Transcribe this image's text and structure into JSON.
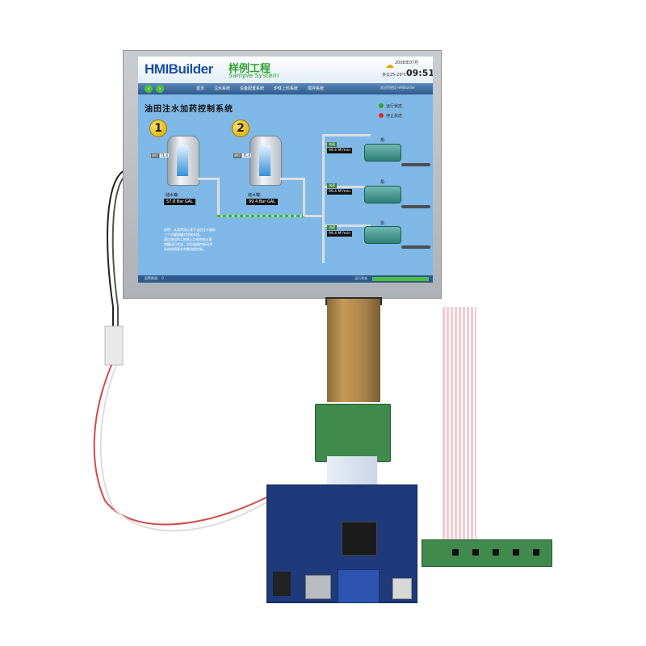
{
  "hmi": {
    "logo_en": "HMIBuilder",
    "logo_cn": "样例工程",
    "logo_sub": "Sample System",
    "date": "2008年07月",
    "temperature": "多云25-29°C",
    "time": "09:51:",
    "nav_items": [
      "首页",
      "注水系统",
      "设备配置系统",
      "炉体上料系统",
      "搅拌系统"
    ],
    "nav_note": "欢迎您使用 HMIBuilder",
    "title": "油田注水加药控制系统",
    "tanks": [
      {
        "number": "1",
        "tag": "液位",
        "level": "71.4",
        "name": "储水罐:",
        "reading": "57.8 Bar GAL"
      },
      {
        "number": "2",
        "tag": "液位",
        "level": "71.4",
        "name": "储水罐:",
        "reading": "99.4 Bar GAL"
      }
    ],
    "legend": [
      {
        "label": "运行状态",
        "color": "#2ea12e"
      },
      {
        "label": "停止状态",
        "color": "#d62a2a"
      }
    ],
    "pumps": [
      {
        "label": "泵:",
        "tag": "流速",
        "reading": "99.4 M³/min"
      },
      {
        "label": "泵:",
        "tag": "流速",
        "reading": "99.4 M³/min"
      },
      {
        "label": "泵:",
        "tag": "流速",
        "reading": "99.4 M³/min"
      }
    ],
    "description": [
      "说明：本案例演示基于油田注水模拟",
      "三个水罐储罐对控制系统。",
      "通过增加PLC控制入口阀控制水量",
      "储罐运行状态，实现精确控制动态",
      "系统按照要求完整流程控制。"
    ],
    "status_left": "报警数量：  0",
    "status_right": "运行状态"
  }
}
